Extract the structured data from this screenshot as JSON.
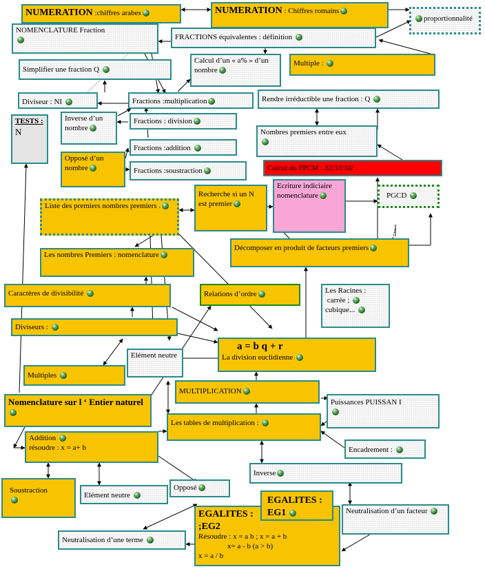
{
  "colors": {
    "accent_yellow": "#f8c400",
    "border_teal": "#2a8a8a",
    "red": "#ff0000",
    "pink": "#f7a6d6"
  },
  "icon": "green-ball-icon",
  "nodes": {
    "num_arabes": {
      "title": "NUMERATION",
      "text": " :chiffres arabes"
    },
    "num_romains": {
      "title": "NUMERATION",
      "text": " : Chiffres romains"
    },
    "proportionnalite": {
      "text": "proportionnalité"
    },
    "nomenclature_fraction": {
      "text": "NOMENCLATURE  Fraction"
    },
    "fractions_equiv": {
      "text": "FRACTIONS équivalentes : définition"
    },
    "simplifier": {
      "text": "Simplifier une fraction   Q"
    },
    "calcul_a": {
      "text": "Calcul d’un  « a% » d’un nombre"
    },
    "multiple_top": {
      "text": "Multiple : "
    },
    "diviseur_ni": {
      "text": "Diviseur : NI"
    },
    "fractions_mult": {
      "text": "Fractions :multiplication"
    },
    "rendre_irreductible": {
      "text": "Rendre irréductible une fraction : Q"
    },
    "tests": {
      "title": "TESTS :",
      "text": "N"
    },
    "inverse_nombre": {
      "text": "Inverse d’un nombre"
    },
    "fractions_div": {
      "text": "Fractions : division"
    },
    "nombres_premiers_entre": {
      "text": "Nombres premiers entre eux"
    },
    "fractions_add": {
      "text": "Fractions :addition"
    },
    "oppose_nombre": {
      "text": "Opposé d’un nombre"
    },
    "fractions_sous": {
      "text": "Fractions :soustraction"
    },
    "calcul_ppcm": {
      "text": "Calcul du PPCM :  32/33/34/"
    },
    "liste_premiers": {
      "text": "Liste des premiers nombres premiers   ."
    },
    "recherche_n": {
      "text": "Recherche si un N est premier"
    },
    "ecriture_indiciaire": {
      "text": "Ecriture indiciaire nomenclature"
    },
    "pgcd": {
      "text": "PGCD"
    },
    "decomposer": {
      "text": "Décomposer en produit de facteurs premiers"
    },
    "nombres_premiers_nom": {
      "text": "Les nombres Premiers : nomenclature"
    },
    "caracteres_div": {
      "text": "Caractères de divisibilité"
    },
    "relations_ordre": {
      "text": "Relations d’ordre"
    },
    "racines": {
      "line1": "Les  Racines :",
      "line2": "carrée ;",
      "line3": "cubique..."
    },
    "diviseurs": {
      "text": "Diviseurs : "
    },
    "division_euclid": {
      "formula": "a  =  b  q    + r",
      "text": "La division euclidienne"
    },
    "element_neutre_top": {
      "text": "Elément neutre"
    },
    "multiples": {
      "text": "Multiples"
    },
    "multiplication": {
      "text": "MULTIPLICATION"
    },
    "nomenclature_entier": {
      "text": "Nomenclature sur  l ‘ Entier naturel"
    },
    "puissances": {
      "text": "Puissances    PUISSAN I"
    },
    "tables_mult": {
      "text": "Les tables de multiplication : "
    },
    "addition": {
      "line1": "Addition",
      "line2": "résoudre :  x = a+ b"
    },
    "encadrement": {
      "text": "Encadrement : "
    },
    "inverse": {
      "text": "Inverse"
    },
    "soustraction": {
      "text": "Soustraction"
    },
    "element_neutre_bot": {
      "text": "Elément neutre"
    },
    "oppose": {
      "text": "Opposé"
    },
    "egalites_eg1": {
      "text": "EGALITES :  EG1"
    },
    "egalites_eg2": {
      "title": "EGALITES :",
      "title2": ";EG2",
      "line1": "Résoudre : x = a b ; x  = a + b",
      "line2": "x=  a - b   (a > b)",
      "line3": "x = a / b"
    },
    "neutralisation_facteur": {
      "text": "Neutralisation d’un facteur"
    },
    "neutralisation_terme": {
      "text": "Neutralisation d’une terme"
    }
  }
}
